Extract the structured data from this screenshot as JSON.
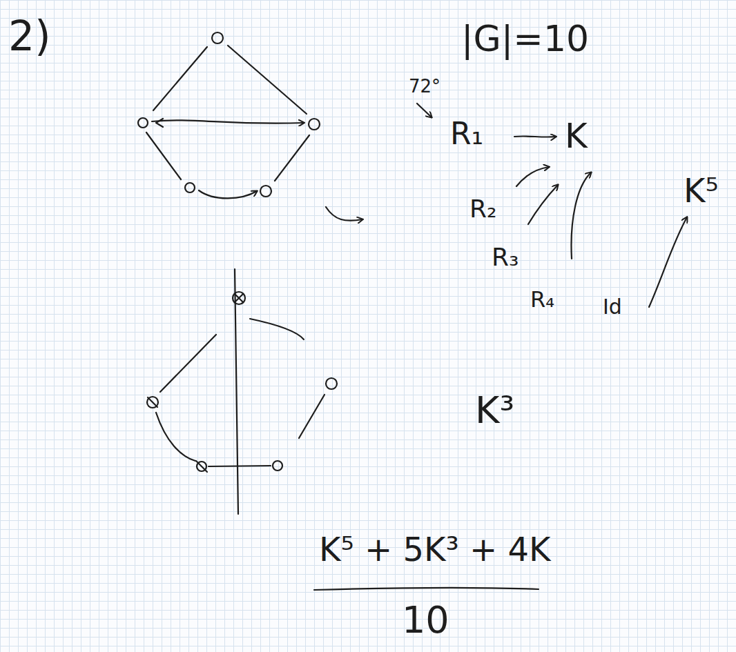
{
  "diagram": {
    "labels": [
      "2)",
      "|G|=10",
      "72°",
      "R₁",
      "K",
      "R₂",
      "R₃",
      "R₄",
      "Id",
      "K⁵",
      "K³",
      "K⁵ + 5K³ + 4K",
      "10"
    ]
  }
}
